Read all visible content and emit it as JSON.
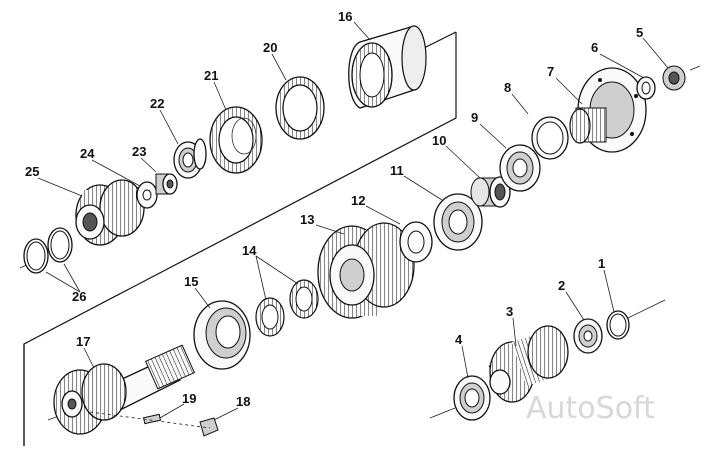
{
  "callouts": {
    "c1": "1",
    "c2": "2",
    "c3": "3",
    "c4": "4",
    "c5": "5",
    "c6": "6",
    "c7": "7",
    "c8": "8",
    "c9": "9",
    "c10": "10",
    "c11": "11",
    "c12": "12",
    "c13": "13",
    "c14": "14",
    "c15": "15",
    "c16": "16",
    "c17": "17",
    "c18": "18",
    "c19": "19",
    "c20": "20",
    "c21": "21",
    "c22": "22",
    "c23": "23",
    "c24": "24",
    "c25": "25",
    "c26": "26"
  },
  "watermark": "AutoSoft",
  "colors": {
    "line": "#111111",
    "shade": "#cfcfcf",
    "watermark": "#d8d8d8"
  }
}
